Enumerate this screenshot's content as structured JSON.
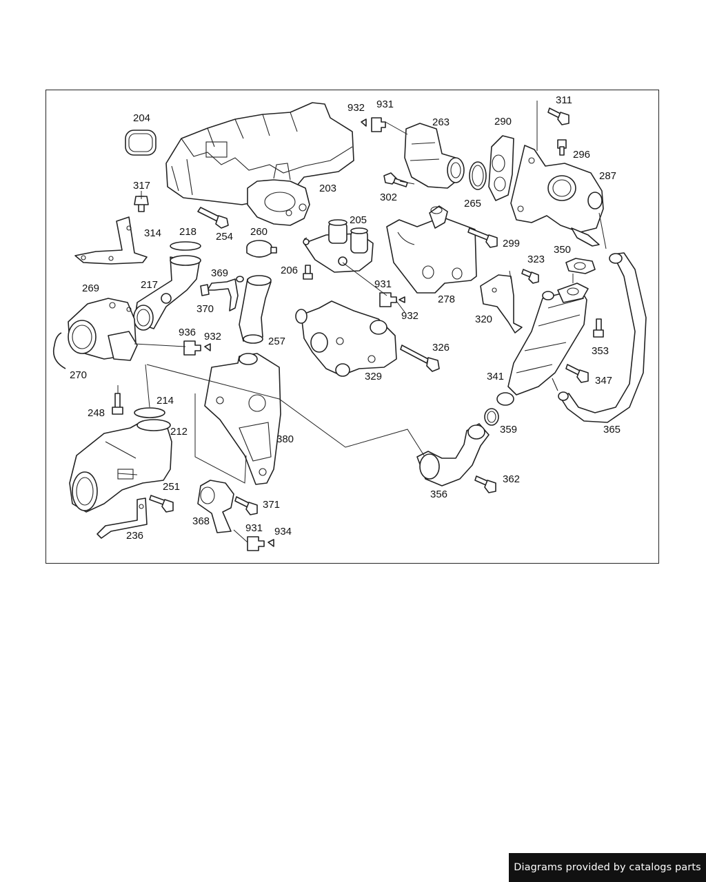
{
  "diagram": {
    "part_labels": {
      "p204": "204",
      "p932a": "932",
      "p931a": "931",
      "p263": "263",
      "p290": "290",
      "p311": "311",
      "p296": "296",
      "p287": "287",
      "p203": "203",
      "p302": "302",
      "p265": "265",
      "p317": "317",
      "p205": "205",
      "p254": "254",
      "p314": "314",
      "p218": "218",
      "p260": "260",
      "p299": "299",
      "p350": "350",
      "p323": "323",
      "p369": "369",
      "p206": "206",
      "p269": "269",
      "p217": "217",
      "p931b": "931",
      "p278": "278",
      "p370": "370",
      "p932b": "932",
      "p320": "320",
      "p936": "936",
      "p932c": "932",
      "p257": "257",
      "p353": "353",
      "p326": "326",
      "p270": "270",
      "p329": "329",
      "p341": "341",
      "p347": "347",
      "p214": "214",
      "p248": "248",
      "p212": "212",
      "p359": "359",
      "p365": "365",
      "p380": "380",
      "p362": "362",
      "p251": "251",
      "p356": "356",
      "p371": "371",
      "p368": "368",
      "p931c": "931",
      "p934": "934",
      "p236": "236"
    }
  },
  "footer": {
    "credit": "Diagrams provided by catalogs parts",
    "badge_color": "#111111"
  }
}
